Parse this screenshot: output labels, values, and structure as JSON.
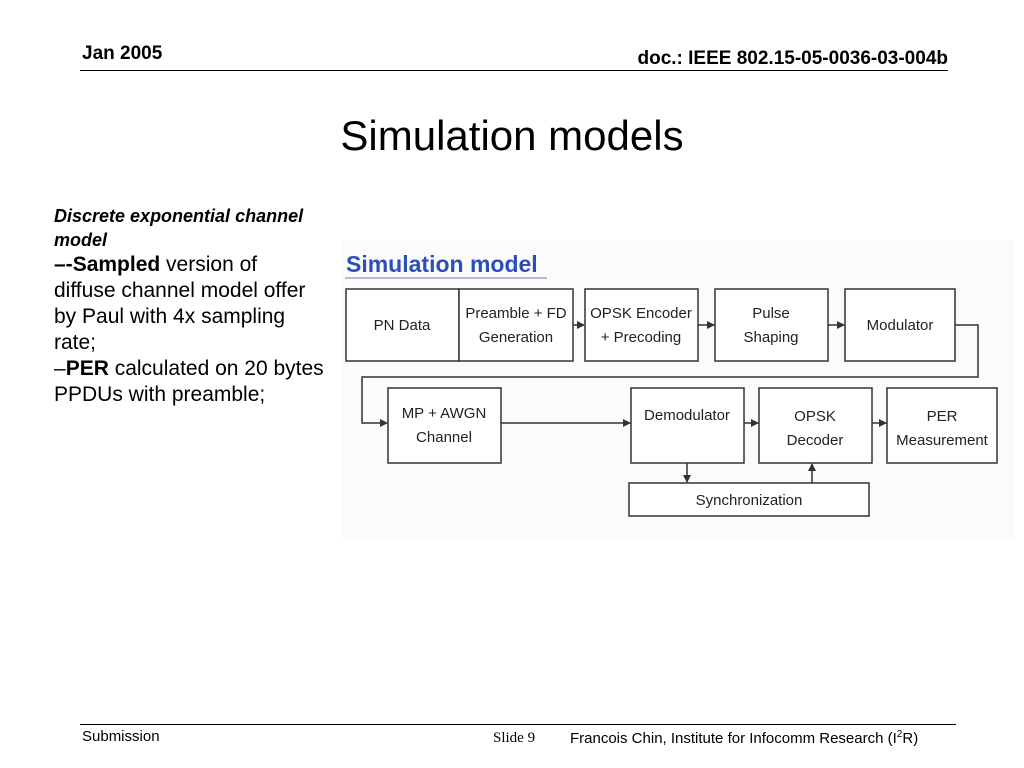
{
  "header": {
    "date": "Jan 2005",
    "doc_id": "doc.: IEEE 802.15-05-0036-03-004b"
  },
  "slide": {
    "title": "Simulation models"
  },
  "body": {
    "subtitle": "Discrete exponential channel model",
    "b1_prefix": "–-",
    "b1_bold": "Sampled",
    "b1_text": " version of diffuse channel model offer by Paul with 4x sampling rate;",
    "b2_prefix": "–",
    "b2_bold": "PER",
    "b2_text": " calculated on 20 bytes PPDUs with preamble;"
  },
  "diagram": {
    "heading": "Simulation model",
    "heading_color": "#2b4fb6",
    "boxes": {
      "pn_data": [
        "PN Data"
      ],
      "preamble": [
        "Preamble + FD",
        "Generation"
      ],
      "encoder": [
        "OPSK  Encoder",
        "+ Precoding"
      ],
      "pulse": [
        "Pulse",
        "Shaping"
      ],
      "modulator": [
        "Modulator"
      ],
      "channel": [
        "MP + AWGN",
        "Channel"
      ],
      "demodulator": [
        "Demodulator"
      ],
      "decoder": [
        "OPSK",
        "Decoder"
      ],
      "per": [
        "PER",
        "Measurement"
      ],
      "sync": [
        "Synchronization"
      ]
    }
  },
  "footer": {
    "left": "Submission",
    "slide_label": "Slide 9",
    "author": "Francois Chin, Institute for Infocomm Research (I",
    "author_sup": "2",
    "author_end": "R)"
  }
}
